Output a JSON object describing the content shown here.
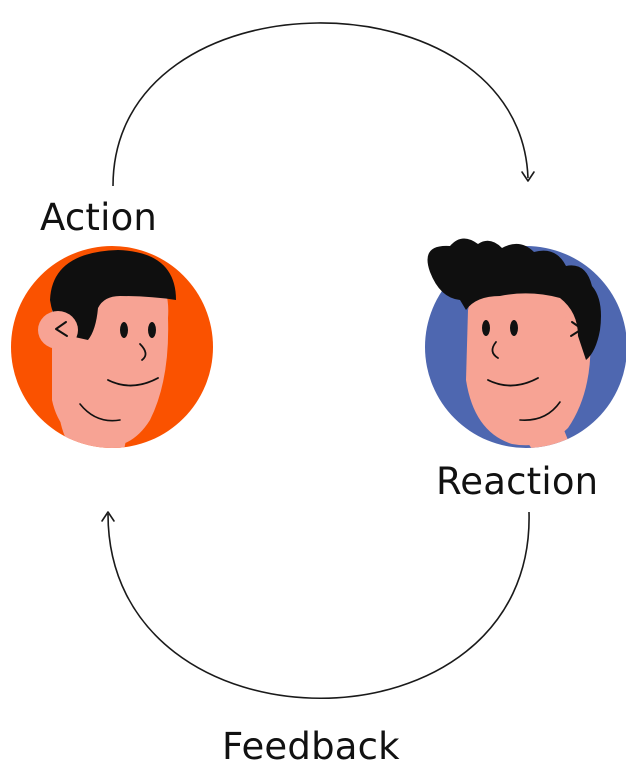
{
  "labels": {
    "action": "Action",
    "reaction": "Reaction",
    "feedback": "Feedback"
  },
  "colors": {
    "action_bg": "#fa5200",
    "reaction_bg": "#4e67b0",
    "skin": "#f7a394",
    "hair": "#0f0f0f",
    "ink": "#111111",
    "arrow": "#1a1a1a"
  },
  "icons": {
    "action_avatar": "man-face-short-hair",
    "reaction_avatar": "man-face-curly-hair"
  }
}
